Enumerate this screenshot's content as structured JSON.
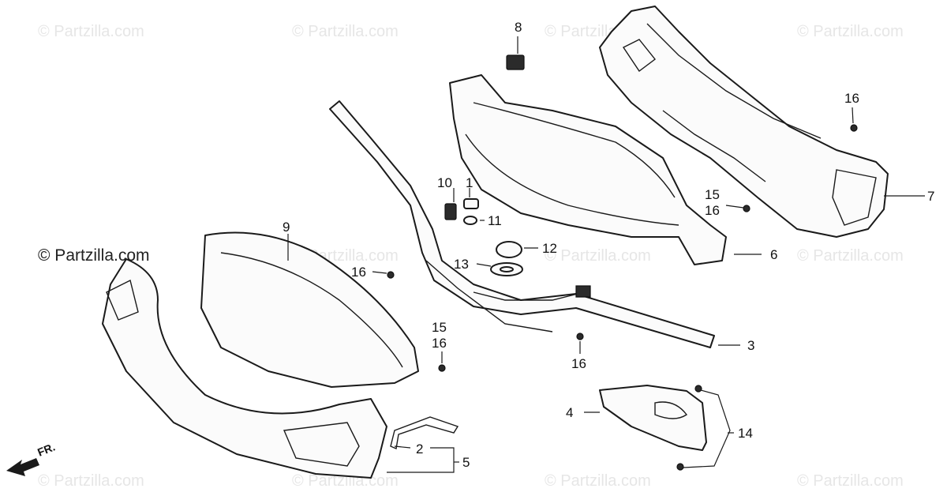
{
  "watermark": {
    "text": "© Partzilla.com",
    "prominent_text": "© Partzilla.com"
  },
  "direction_marker": {
    "label": "FR."
  },
  "callouts": [
    {
      "id": "c1",
      "label": "1"
    },
    {
      "id": "c2",
      "label": "2"
    },
    {
      "id": "c3",
      "label": "3"
    },
    {
      "id": "c4",
      "label": "4"
    },
    {
      "id": "c5",
      "label": "5"
    },
    {
      "id": "c6",
      "label": "6"
    },
    {
      "id": "c7",
      "label": "7"
    },
    {
      "id": "c8",
      "label": "8"
    },
    {
      "id": "c9",
      "label": "9"
    },
    {
      "id": "c10",
      "label": "10"
    },
    {
      "id": "c11",
      "label": "11"
    },
    {
      "id": "c12",
      "label": "12"
    },
    {
      "id": "c13",
      "label": "13"
    },
    {
      "id": "c14",
      "label": "14"
    },
    {
      "id": "c15a",
      "label": "15"
    },
    {
      "id": "c15b",
      "label": "15"
    },
    {
      "id": "c16a",
      "label": "16"
    },
    {
      "id": "c16b",
      "label": "16"
    },
    {
      "id": "c16c",
      "label": "16"
    },
    {
      "id": "c16d",
      "label": "16"
    },
    {
      "id": "c16e",
      "label": "16"
    }
  ]
}
